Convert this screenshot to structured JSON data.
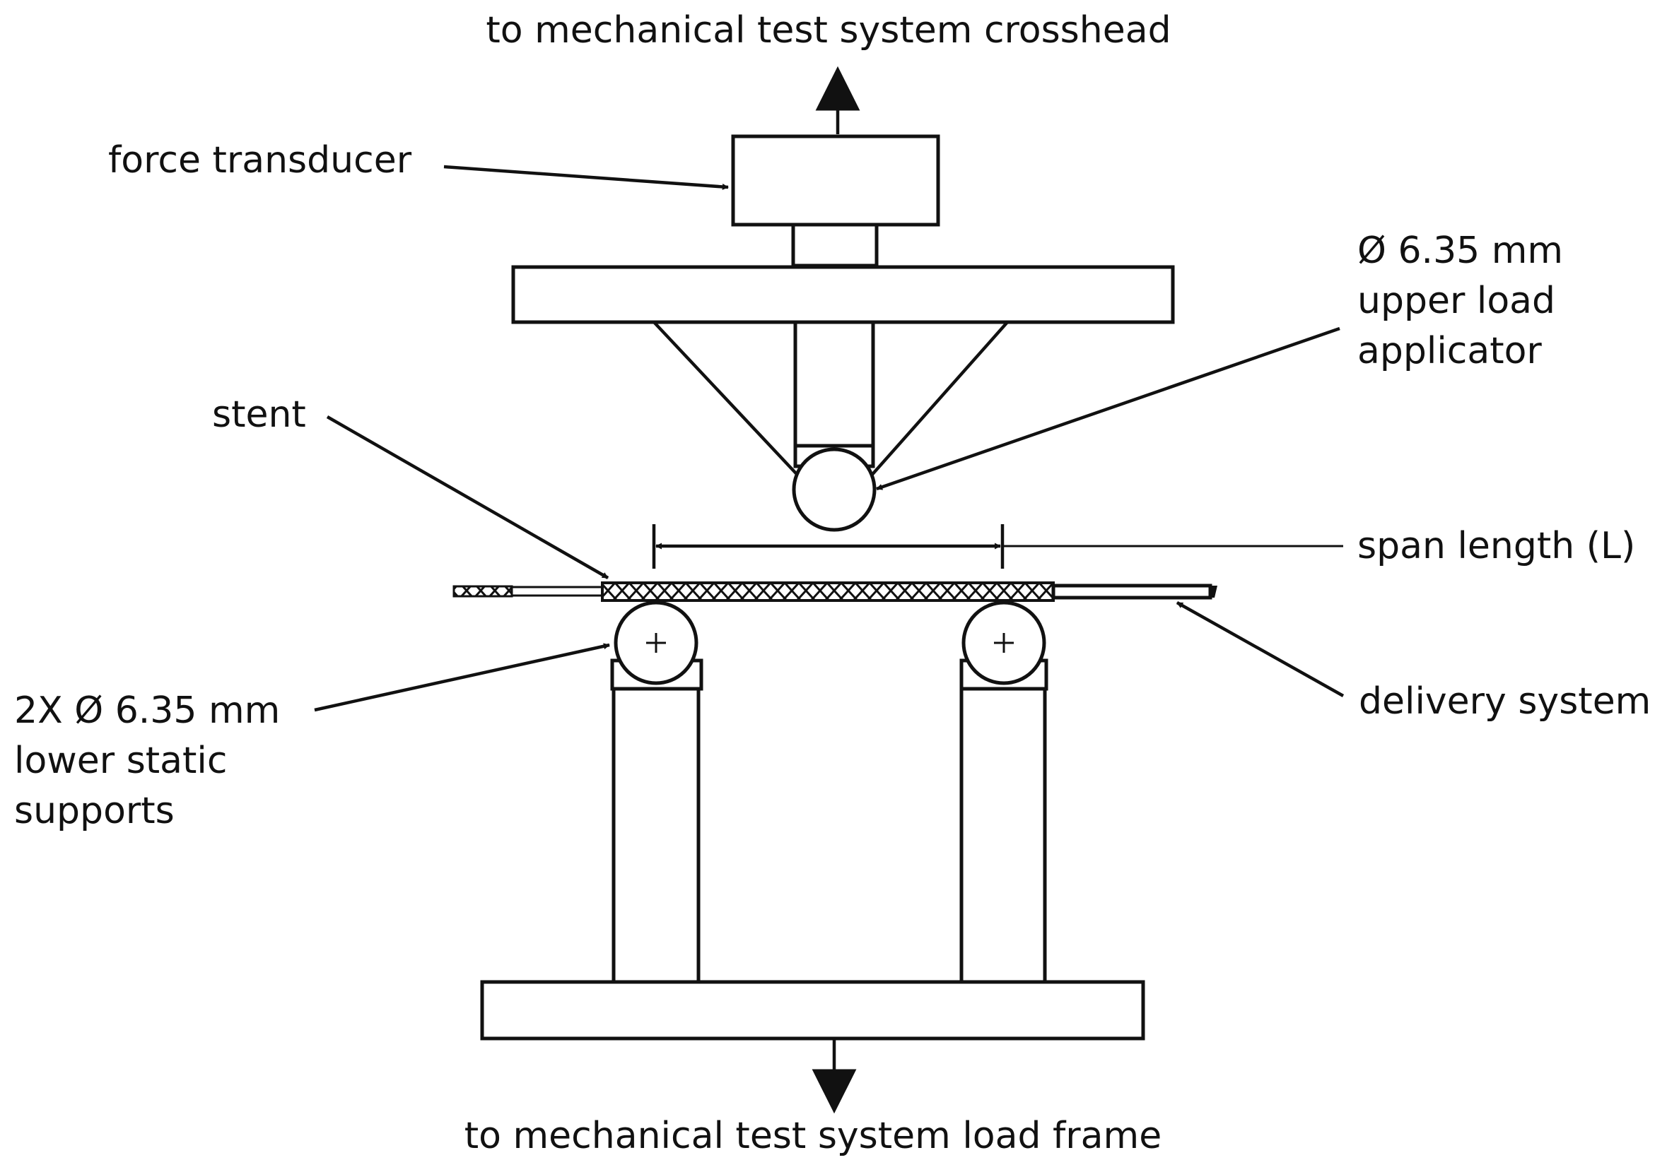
{
  "labels": {
    "crosshead": "to mechanical test system crosshead",
    "force_transducer": "force transducer",
    "upper_applicator_line1": "Ø 6.35 mm",
    "upper_applicator_line2": "upper load",
    "upper_applicator_line3": "applicator",
    "stent": "stent",
    "span_length": "span length (L)",
    "lower_supports_line1": "2X Ø 6.35 mm",
    "lower_supports_line2": "lower static",
    "lower_supports_line3": "supports",
    "delivery_system": "delivery system",
    "load_frame": "to mechanical test system load frame"
  }
}
